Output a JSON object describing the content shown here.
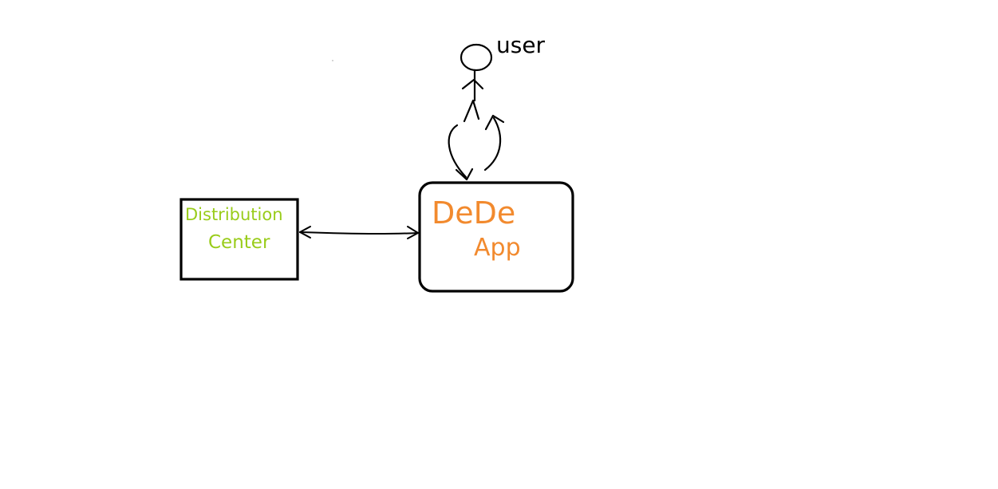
{
  "diagram": {
    "nodes": {
      "user": {
        "label": "user"
      },
      "distribution_center": {
        "label_line1": "Distribution",
        "label_line2": "Center",
        "label_color": "#99cc1a"
      },
      "dede_app": {
        "label_line1": "DeDe",
        "label_line2": "App",
        "label_color": "#f28a2e"
      }
    },
    "edges": [
      {
        "from": "user",
        "to": "dede_app",
        "direction": "two-way"
      },
      {
        "from": "distribution_center",
        "to": "dede_app",
        "direction": "two-way"
      }
    ],
    "stroke_color": "#000000"
  }
}
